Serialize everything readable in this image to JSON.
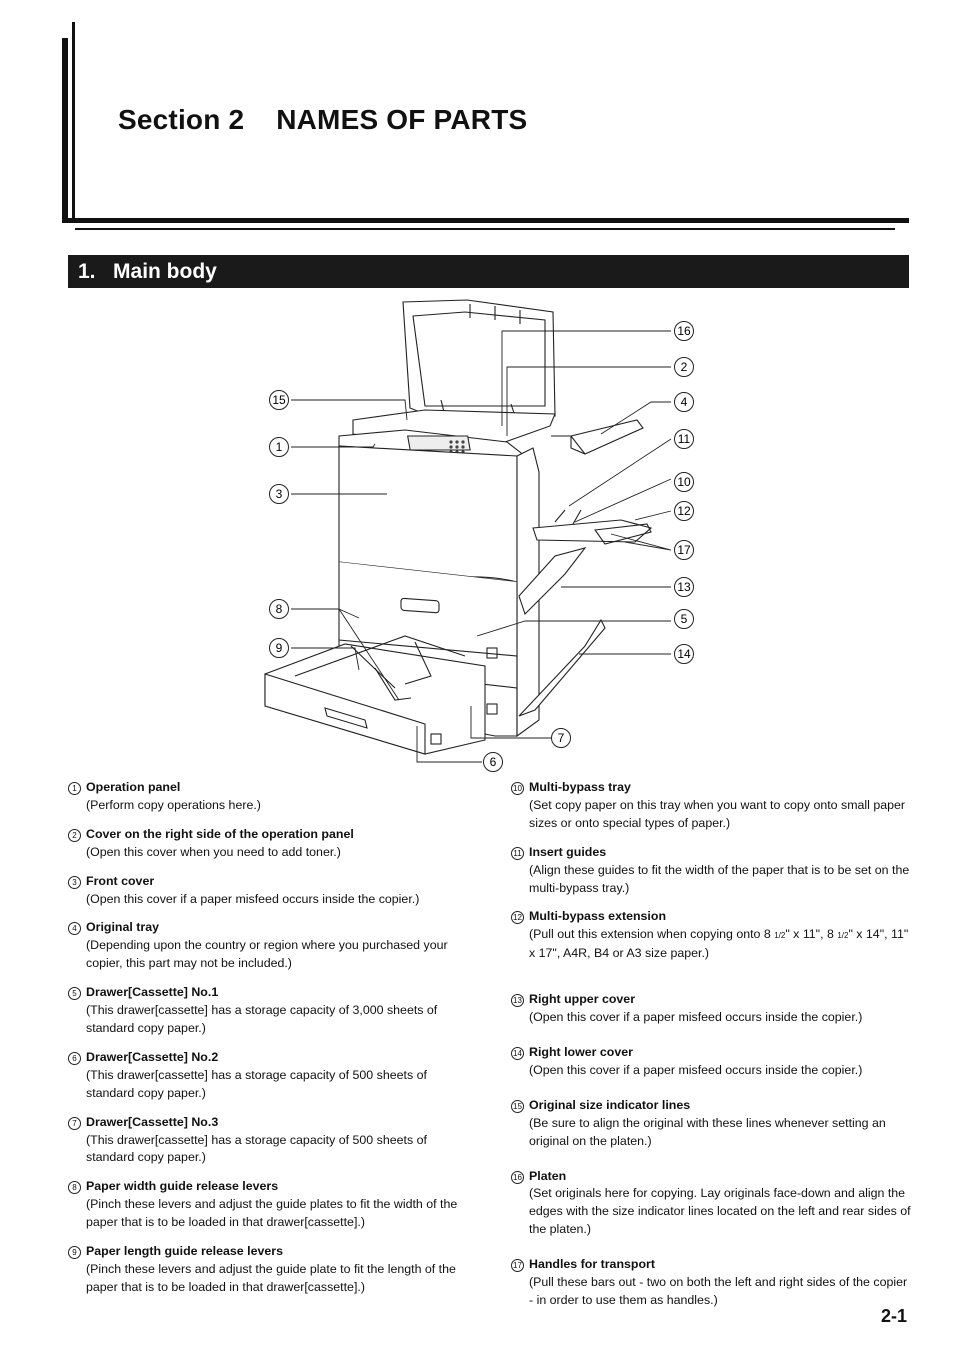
{
  "header": {
    "section_title": "Section 2    NAMES OF PARTS",
    "subsection_title": "1.   Main body"
  },
  "figure": {
    "callouts": [
      "16",
      "2",
      "4",
      "11",
      "10",
      "12",
      "17",
      "13",
      "5",
      "14",
      "15",
      "1",
      "3",
      "8",
      "9",
      "7",
      "6"
    ]
  },
  "parts_left": [
    {
      "num": "1",
      "name": "Operation panel",
      "desc": "(Perform copy operations here.)"
    },
    {
      "num": "2",
      "name": "Cover on the right side of the operation panel",
      "desc": "(Open this cover when you need to add toner.)"
    },
    {
      "num": "3",
      "name": "Front cover",
      "desc": "(Open this cover if a paper misfeed occurs inside the copier.)"
    },
    {
      "num": "4",
      "name": "Original tray",
      "desc": "(Depending upon the country or region where you purchased your copier, this part may not be included.)"
    },
    {
      "num": "5",
      "name": "Drawer[Cassette] No.1",
      "desc": "(This drawer[cassette] has a storage capacity of 3,000 sheets of standard copy paper.)"
    },
    {
      "num": "6",
      "name": "Drawer[Cassette] No.2",
      "desc": "(This drawer[cassette] has a storage capacity of 500 sheets of standard copy paper.)"
    },
    {
      "num": "7",
      "name": "Drawer[Cassette] No.3",
      "desc": "(This drawer[cassette] has a storage capacity of 500 sheets of standard copy paper.)"
    },
    {
      "num": "8",
      "name": "Paper width guide release levers",
      "desc": "(Pinch these levers and adjust the guide plates to fit the width of the paper that is to be loaded in that drawer[cassette].)"
    },
    {
      "num": "9",
      "name": "Paper length guide release levers",
      "desc": "(Pinch these levers and adjust the guide plate to fit the length of the paper that is to be loaded in that drawer[cassette].)"
    }
  ],
  "parts_right": [
    {
      "num": "10",
      "name": "Multi-bypass tray",
      "desc": "(Set copy paper on this tray when you want to copy onto small paper sizes or onto special types of paper.)"
    },
    {
      "num": "11",
      "name": "Insert guides",
      "desc": "(Align these guides to fit the width of the paper that is to be set on the multi-bypass tray.)"
    },
    {
      "num": "12",
      "name": "Multi-bypass extension",
      "desc_a": "(Pull out this extension when copying onto 8 ",
      "frac": "1/2",
      "desc_b": "\" x 11\", 8 ",
      "frac2": "1/2",
      "desc_c": "\" x 14\", 11\" x 17\", A4R, B4 or A3 size paper.)"
    },
    {
      "num": "13",
      "name": "Right upper cover",
      "desc": "(Open this cover if a paper misfeed occurs inside the copier.)"
    },
    {
      "num": "14",
      "name": "Right lower cover",
      "desc": "(Open this cover if a paper misfeed occurs inside the copier.)"
    },
    {
      "num": "15",
      "name": "Original size indicator lines",
      "desc": "(Be sure to align the original with these lines whenever setting an original on the platen.)"
    },
    {
      "num": "16",
      "name": "Platen",
      "desc": "(Set originals here for copying. Lay originals face-down and align the edges with the size indicator lines located on the left and rear sides of the platen.)"
    },
    {
      "num": "17",
      "name": "Handles for transport",
      "desc": "(Pull these bars out - two on both the left and right sides of the copier - in order to use them as handles.)"
    }
  ],
  "page_number": "2-1"
}
